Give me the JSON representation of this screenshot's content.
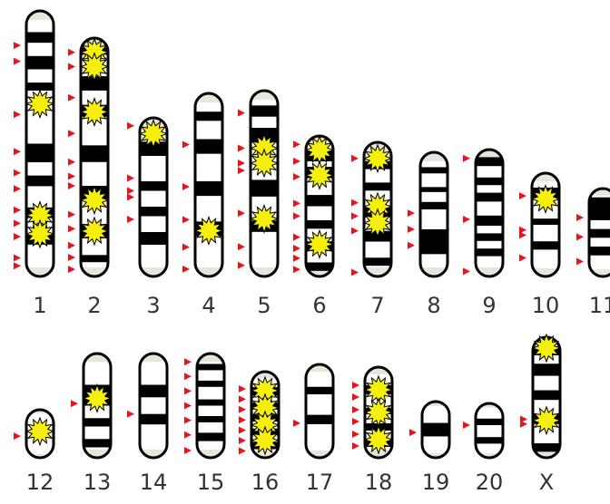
{
  "colors": {
    "band": "#000000",
    "outline": "#000000",
    "body": "#ffffff",
    "centromere_cap": "#e6e6dc",
    "marker": "#e8141b",
    "burst_fill": "#f5ef10",
    "burst_stroke": "#000000",
    "label": "#333333"
  },
  "chromosomes": [
    {
      "label": "1",
      "bands": [
        [
          0.08,
          0.12
        ],
        [
          0.17,
          0.22
        ],
        [
          0.27,
          0.3
        ],
        [
          0.5,
          0.57
        ],
        [
          0.62,
          0.66
        ],
        [
          0.74,
          0.78
        ],
        [
          0.84,
          0.88
        ]
      ],
      "markers": [
        0.13,
        0.19,
        0.39,
        0.53,
        0.61,
        0.67,
        0.75,
        0.8,
        0.85,
        0.93,
        0.96
      ],
      "mutations": [
        0.35,
        0.77,
        0.84
      ]
    },
    {
      "label": "2",
      "bands": [
        [
          0.04,
          0.07
        ],
        [
          0.16,
          0.22
        ],
        [
          0.28,
          0.33
        ],
        [
          0.45,
          0.52
        ],
        [
          0.62,
          0.68
        ],
        [
          0.78,
          0.84
        ],
        [
          0.91,
          0.94
        ]
      ],
      "markers": [
        0.06,
        0.12,
        0.25,
        0.4,
        0.52,
        0.58,
        0.62,
        0.74,
        0.8,
        0.87,
        0.92,
        0.97
      ],
      "mutations": [
        0.06,
        0.12,
        0.31,
        0.68,
        0.81
      ]
    },
    {
      "label": "3",
      "bands": [
        [
          0.15,
          0.24
        ],
        [
          0.4,
          0.46
        ],
        [
          0.56,
          0.62
        ],
        [
          0.72,
          0.8
        ]
      ],
      "markers": [
        0.05,
        0.38,
        0.46,
        0.5,
        0.64
      ],
      "mutations": [
        0.1
      ]
    },
    {
      "label": "4",
      "bands": [
        [
          0.1,
          0.15
        ],
        [
          0.25,
          0.33
        ],
        [
          0.48,
          0.56
        ],
        [
          0.7,
          0.78
        ]
      ],
      "markers": [
        0.28,
        0.51,
        0.69,
        0.84,
        0.96
      ],
      "mutations": [
        0.75
      ]
    },
    {
      "label": "5",
      "bands": [
        [
          0.08,
          0.14
        ],
        [
          0.2,
          0.28
        ],
        [
          0.48,
          0.57
        ],
        [
          0.7,
          0.76
        ]
      ],
      "markers": [
        0.12,
        0.31,
        0.39,
        0.43,
        0.66,
        0.84,
        0.94
      ],
      "mutations": [
        0.31,
        0.39,
        0.69
      ]
    },
    {
      "label": "6",
      "bands": [
        [
          0.1,
          0.18
        ],
        [
          0.22,
          0.3
        ],
        [
          0.42,
          0.5
        ],
        [
          0.6,
          0.66
        ],
        [
          0.75,
          0.82
        ],
        [
          0.9,
          0.96
        ]
      ],
      "markers": [
        0.06,
        0.18,
        0.29,
        0.48,
        0.57,
        0.72,
        0.8,
        0.87,
        0.95
      ],
      "mutations": [
        0.1,
        0.28,
        0.77
      ]
    },
    {
      "label": "7",
      "bands": [
        [
          0.14,
          0.2
        ],
        [
          0.3,
          0.36
        ],
        [
          0.48,
          0.56
        ],
        [
          0.66,
          0.74
        ],
        [
          0.86,
          0.92
        ]
      ],
      "markers": [
        0.12,
        0.45,
        0.55,
        0.66,
        0.97
      ],
      "mutations": [
        0.12,
        0.48,
        0.6
      ]
    },
    {
      "label": "8",
      "bands": [
        [
          0.12,
          0.17
        ],
        [
          0.28,
          0.32
        ],
        [
          0.4,
          0.46
        ],
        [
          0.62,
          0.82
        ]
      ],
      "markers": [
        0.49,
        0.62,
        0.75
      ],
      "mutations": []
    },
    {
      "label": "9",
      "bands": [
        [
          0.06,
          0.13
        ],
        [
          0.22,
          0.28
        ],
        [
          0.34,
          0.41
        ],
        [
          0.52,
          0.6
        ],
        [
          0.66,
          0.72
        ],
        [
          0.78,
          0.84
        ]
      ],
      "markers": [
        0.07,
        0.55,
        0.96
      ],
      "mutations": []
    },
    {
      "label": "10",
      "bands": [
        [
          0.14,
          0.26
        ],
        [
          0.44,
          0.5
        ],
        [
          0.66,
          0.74
        ]
      ],
      "markers": [
        0.22,
        0.55,
        0.6,
        0.82
      ],
      "mutations": [
        0.25
      ]
    },
    {
      "label": "11",
      "bands": [
        [
          0.1,
          0.36
        ],
        [
          0.46,
          0.56
        ],
        [
          0.66,
          0.76
        ]
      ],
      "markers": [
        0.33,
        0.55,
        0.83
      ],
      "mutations": []
    },
    {
      "label": "12",
      "bands": [],
      "markers": [
        0.55
      ],
      "mutations": [
        0.45
      ]
    },
    {
      "label": "13",
      "bands": [
        [
          0.3,
          0.5
        ],
        [
          0.62,
          0.7
        ],
        [
          0.82,
          0.9
        ]
      ],
      "markers": [
        0.48
      ],
      "mutations": [
        0.43
      ]
    },
    {
      "label": "14",
      "bands": [
        [
          0.3,
          0.42
        ],
        [
          0.58,
          0.68
        ]
      ],
      "markers": [
        0.58
      ],
      "mutations": []
    },
    {
      "label": "15",
      "bands": [
        [
          0.1,
          0.16
        ],
        [
          0.26,
          0.32
        ],
        [
          0.44,
          0.5
        ],
        [
          0.6,
          0.66
        ],
        [
          0.76,
          0.84
        ]
      ],
      "markers": [
        0.08,
        0.22,
        0.36,
        0.5,
        0.64,
        0.78,
        0.93
      ],
      "mutations": []
    },
    {
      "label": "16",
      "bands": [
        [
          0.18,
          0.28
        ],
        [
          0.36,
          0.44
        ],
        [
          0.5,
          0.58
        ],
        [
          0.66,
          0.74
        ],
        [
          0.82,
          0.9
        ]
      ],
      "markers": [
        0.2,
        0.32,
        0.44,
        0.56,
        0.68,
        0.8,
        0.92
      ],
      "mutations": [
        0.22,
        0.42,
        0.62,
        0.8
      ]
    },
    {
      "label": "17",
      "bands": [
        [
          0.24,
          0.32
        ],
        [
          0.54,
          0.64
        ]
      ],
      "markers": [
        0.63
      ],
      "mutations": []
    },
    {
      "label": "18",
      "bands": [
        [
          0.2,
          0.3
        ],
        [
          0.45,
          0.52
        ],
        [
          0.62,
          0.7
        ],
        [
          0.8,
          0.88
        ]
      ],
      "markers": [
        0.2,
        0.33,
        0.47,
        0.6,
        0.74,
        0.87
      ],
      "mutations": [
        0.25,
        0.5,
        0.8
      ]
    },
    {
      "label": "19",
      "bands": [
        [
          0.38,
          0.62
        ]
      ],
      "markers": [
        0.55
      ],
      "mutations": []
    },
    {
      "label": "20",
      "bands": [
        [
          0.28,
          0.4
        ],
        [
          0.62,
          0.74
        ]
      ],
      "markers": [
        0.4
      ],
      "mutations": []
    },
    {
      "label": "X",
      "bands": [
        [
          0.08,
          0.15
        ],
        [
          0.22,
          0.32
        ],
        [
          0.44,
          0.52
        ],
        [
          0.64,
          0.72
        ],
        [
          0.88,
          0.95
        ]
      ],
      "markers": [
        0.68,
        0.72
      ],
      "mutations": [
        0.09,
        0.69
      ]
    }
  ]
}
